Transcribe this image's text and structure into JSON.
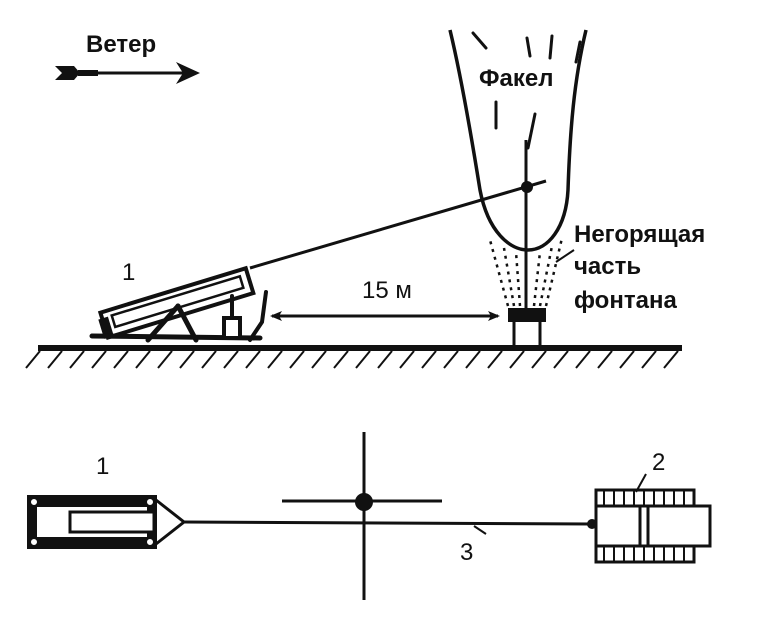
{
  "labels": {
    "wind": "Ветер",
    "torch": "Факел",
    "unburnt_line1": "Негорящая",
    "unburnt_line2": "часть",
    "unburnt_line3": "фонтана",
    "distance": "15 м",
    "item_1_top": "1",
    "item_1_bottom": "1",
    "item_2": "2",
    "item_3": "3"
  },
  "colors": {
    "ink": "#111111",
    "background": "#ffffff"
  }
}
